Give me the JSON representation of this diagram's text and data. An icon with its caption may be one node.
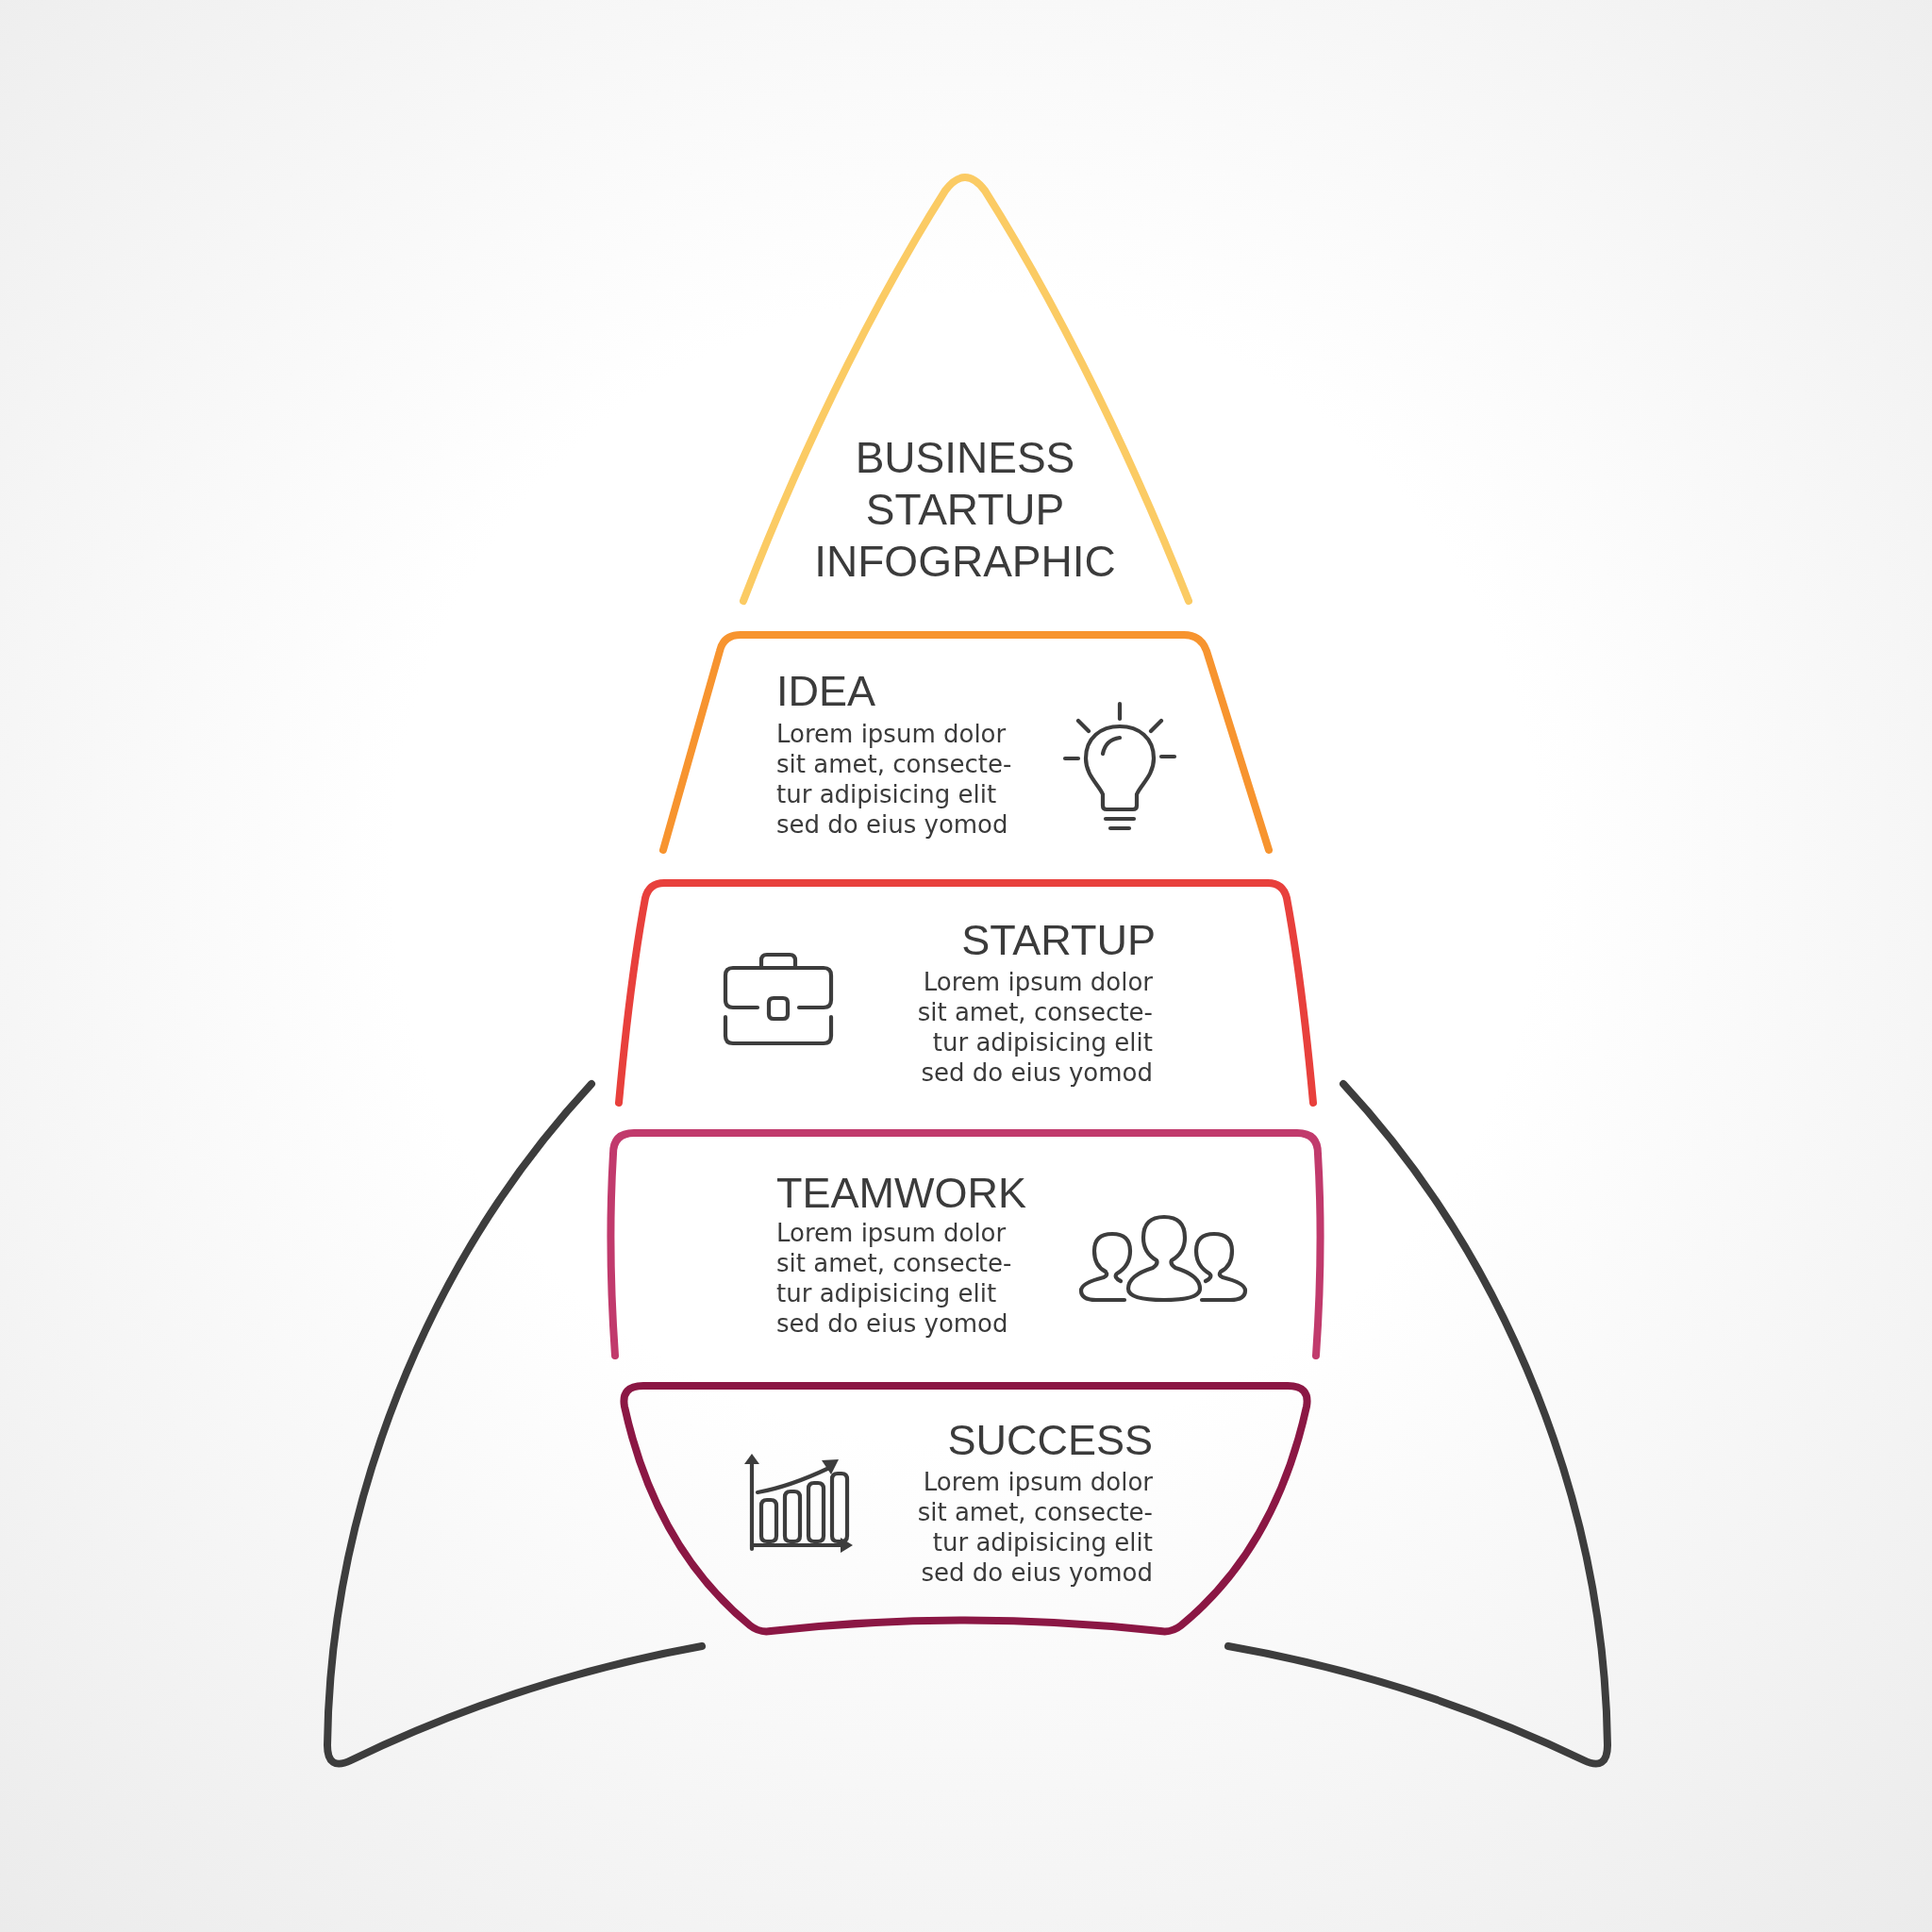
{
  "diagram": {
    "nodes": [
      {
        "text": [
          "BUSINESS STARTUP INFOGRAPHIC"
        ]
      },
      {
        "text": [
          "IDEA",
          "Lorem ipsum dolor sit amet, consecte- tur adipisicing elit sed do eius yomod"
        ]
      },
      {
        "text": [
          "STARTUP",
          "Lorem ipsum dolor sit amet, consecte- tur adipisicing elit sed do eius yomod"
        ]
      },
      {
        "text": [
          "TEAMWORK",
          "Lorem ipsum dolor sit amet, consecte- tur adipisicing elit sed do eius yomod"
        ]
      },
      {
        "text": [
          "SUCCESS",
          "Lorem ipsum dolor sit amet, consecte- tur adipisicing elit sed do eius yomod"
        ]
      }
    ]
  }
}
